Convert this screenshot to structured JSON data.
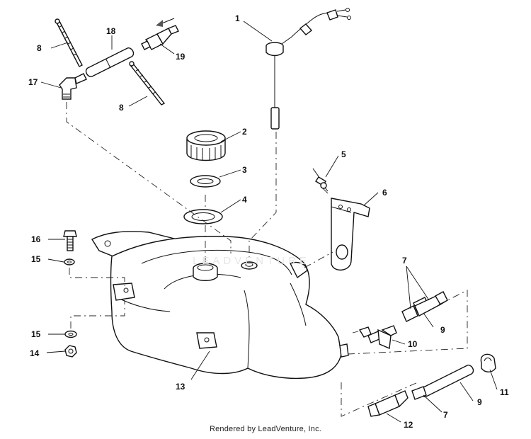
{
  "callouts": [
    {
      "key": "c1",
      "text": "1"
    },
    {
      "key": "c2",
      "text": "2"
    },
    {
      "key": "c3",
      "text": "3"
    },
    {
      "key": "c4",
      "text": "4"
    },
    {
      "key": "c5",
      "text": "5"
    },
    {
      "key": "c6",
      "text": "6"
    },
    {
      "key": "c7a",
      "text": "7"
    },
    {
      "key": "c7b",
      "text": "7"
    },
    {
      "key": "c8a",
      "text": "8"
    },
    {
      "key": "c8b",
      "text": "8"
    },
    {
      "key": "c9a",
      "text": "9"
    },
    {
      "key": "c9b",
      "text": "9"
    },
    {
      "key": "c10",
      "text": "10"
    },
    {
      "key": "c11",
      "text": "11"
    },
    {
      "key": "c12",
      "text": "12"
    },
    {
      "key": "c13",
      "text": "13"
    },
    {
      "key": "c14",
      "text": "14"
    },
    {
      "key": "c15a",
      "text": "15"
    },
    {
      "key": "c15b",
      "text": "15"
    },
    {
      "key": "c16",
      "text": "16"
    },
    {
      "key": "c17",
      "text": "17"
    },
    {
      "key": "c18",
      "text": "18"
    },
    {
      "key": "c19",
      "text": "19"
    }
  ],
  "watermark_text": "LEADVENTURE",
  "footer_text": "Rendered by LeadVenture, Inc.",
  "colors": {
    "line": "#111111",
    "background": "#ffffff",
    "watermark": "#e6e6e6"
  }
}
